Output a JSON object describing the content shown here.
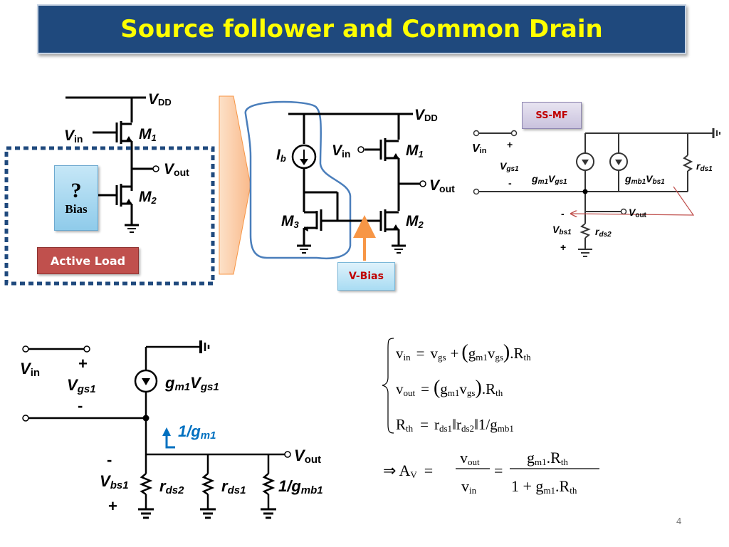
{
  "title": "Source follower and Common Drain",
  "labels": {
    "bias_q": "?",
    "bias": "Bias",
    "active_load": "Active Load",
    "v_bias": "V-Bias",
    "ss_mf": "SS-MF"
  },
  "circuit1": {
    "vdd": "V",
    "vdd_sub": "DD",
    "vin": "V",
    "vin_sub": "in",
    "m1": "M",
    "m1_sub": "1",
    "m2": "M",
    "m2_sub": "2",
    "vout": "V",
    "vout_sub": "out"
  },
  "circuit2": {
    "vdd": "V",
    "vdd_sub": "DD",
    "ib": "I",
    "ib_sub": "b",
    "vin": "V",
    "vin_sub": "in",
    "m1": "M",
    "m1_sub": "1",
    "m2": "M",
    "m2_sub": "2",
    "m3": "M",
    "m3_sub": "3",
    "vout": "V",
    "vout_sub": "out"
  },
  "circuit3": {
    "vin": "V",
    "vin_sub": "in",
    "plus": "+",
    "minus": "-",
    "vgs1": "V",
    "vgs1_sub": "gs1",
    "gm1": "g",
    "gm1_sub": "m1",
    "gm1_v": "V",
    "gm1_v_sub": "gs1",
    "gmb1": "g",
    "gmb1_sub": "mb1",
    "gmb1_v": "V",
    "gmb1_v_sub": "bs1",
    "rds1": "r",
    "rds1_sub": "ds1",
    "vout": "V",
    "vout_sub": "out",
    "vbs1": "V",
    "vbs1_sub": "bs1",
    "rds2": "r",
    "rds2_sub": "ds2"
  },
  "circuit4": {
    "vin": "V",
    "vin_sub": "in",
    "plus": "+",
    "minus": "-",
    "vgs1": "V",
    "vgs1_sub": "gs1",
    "gm1": "g",
    "gm1_sub": "m1",
    "gm1_v": "V",
    "gm1_v_sub": "gs1",
    "inv_gm": "1/g",
    "inv_gm_sub": "m1",
    "vout": "V",
    "vout_sub": "out",
    "vbs1": "V",
    "vbs1_sub": "bs1",
    "rds2": "r",
    "rds2_sub": "ds2",
    "rds1": "r",
    "rds1_sub": "ds1",
    "inv_gmb": "1/g",
    "inv_gmb_sub": "mb1"
  },
  "equations": {
    "eq1": {
      "lhs": "v",
      "lhs_sub": "in",
      "t1": "v",
      "t1_sub": "gs",
      "g": "g",
      "g_sub": "m1",
      "v": "v",
      "v_sub": "gs",
      "r": ".R",
      "r_sub": "th"
    },
    "eq2": {
      "lhs": "v",
      "lhs_sub": "out",
      "g": "g",
      "g_sub": "m1",
      "v": "v",
      "v_sub": "gs",
      "r": ".R",
      "r_sub": "th"
    },
    "eq3": {
      "lhs": "R",
      "lhs_sub": "th",
      "a": "r",
      "a_sub": "ds1",
      "b": "r",
      "b_sub": "ds2",
      "c": "1/g",
      "c_sub": "mb1"
    },
    "eq4": {
      "av": "A",
      "av_sub": "V",
      "num1": "v",
      "num1_sub": "out",
      "den1": "v",
      "den1_sub": "in",
      "num2": "g",
      "num2_sub": "m1",
      "num2_r": ".R",
      "num2_r_sub": "th",
      "den2_pre": "1 + g",
      "den2_sub": "m1",
      "den2_r": ".R",
      "den2_r_sub": "th"
    }
  },
  "page_number": "4",
  "colors": {
    "title_bg": "#1f497d",
    "title_text": "#ffff00",
    "dotted_box": "#1f497d",
    "arrow": "#f79646",
    "bubble": "#4a7ebb",
    "red_arrow": "#c0504d"
  }
}
